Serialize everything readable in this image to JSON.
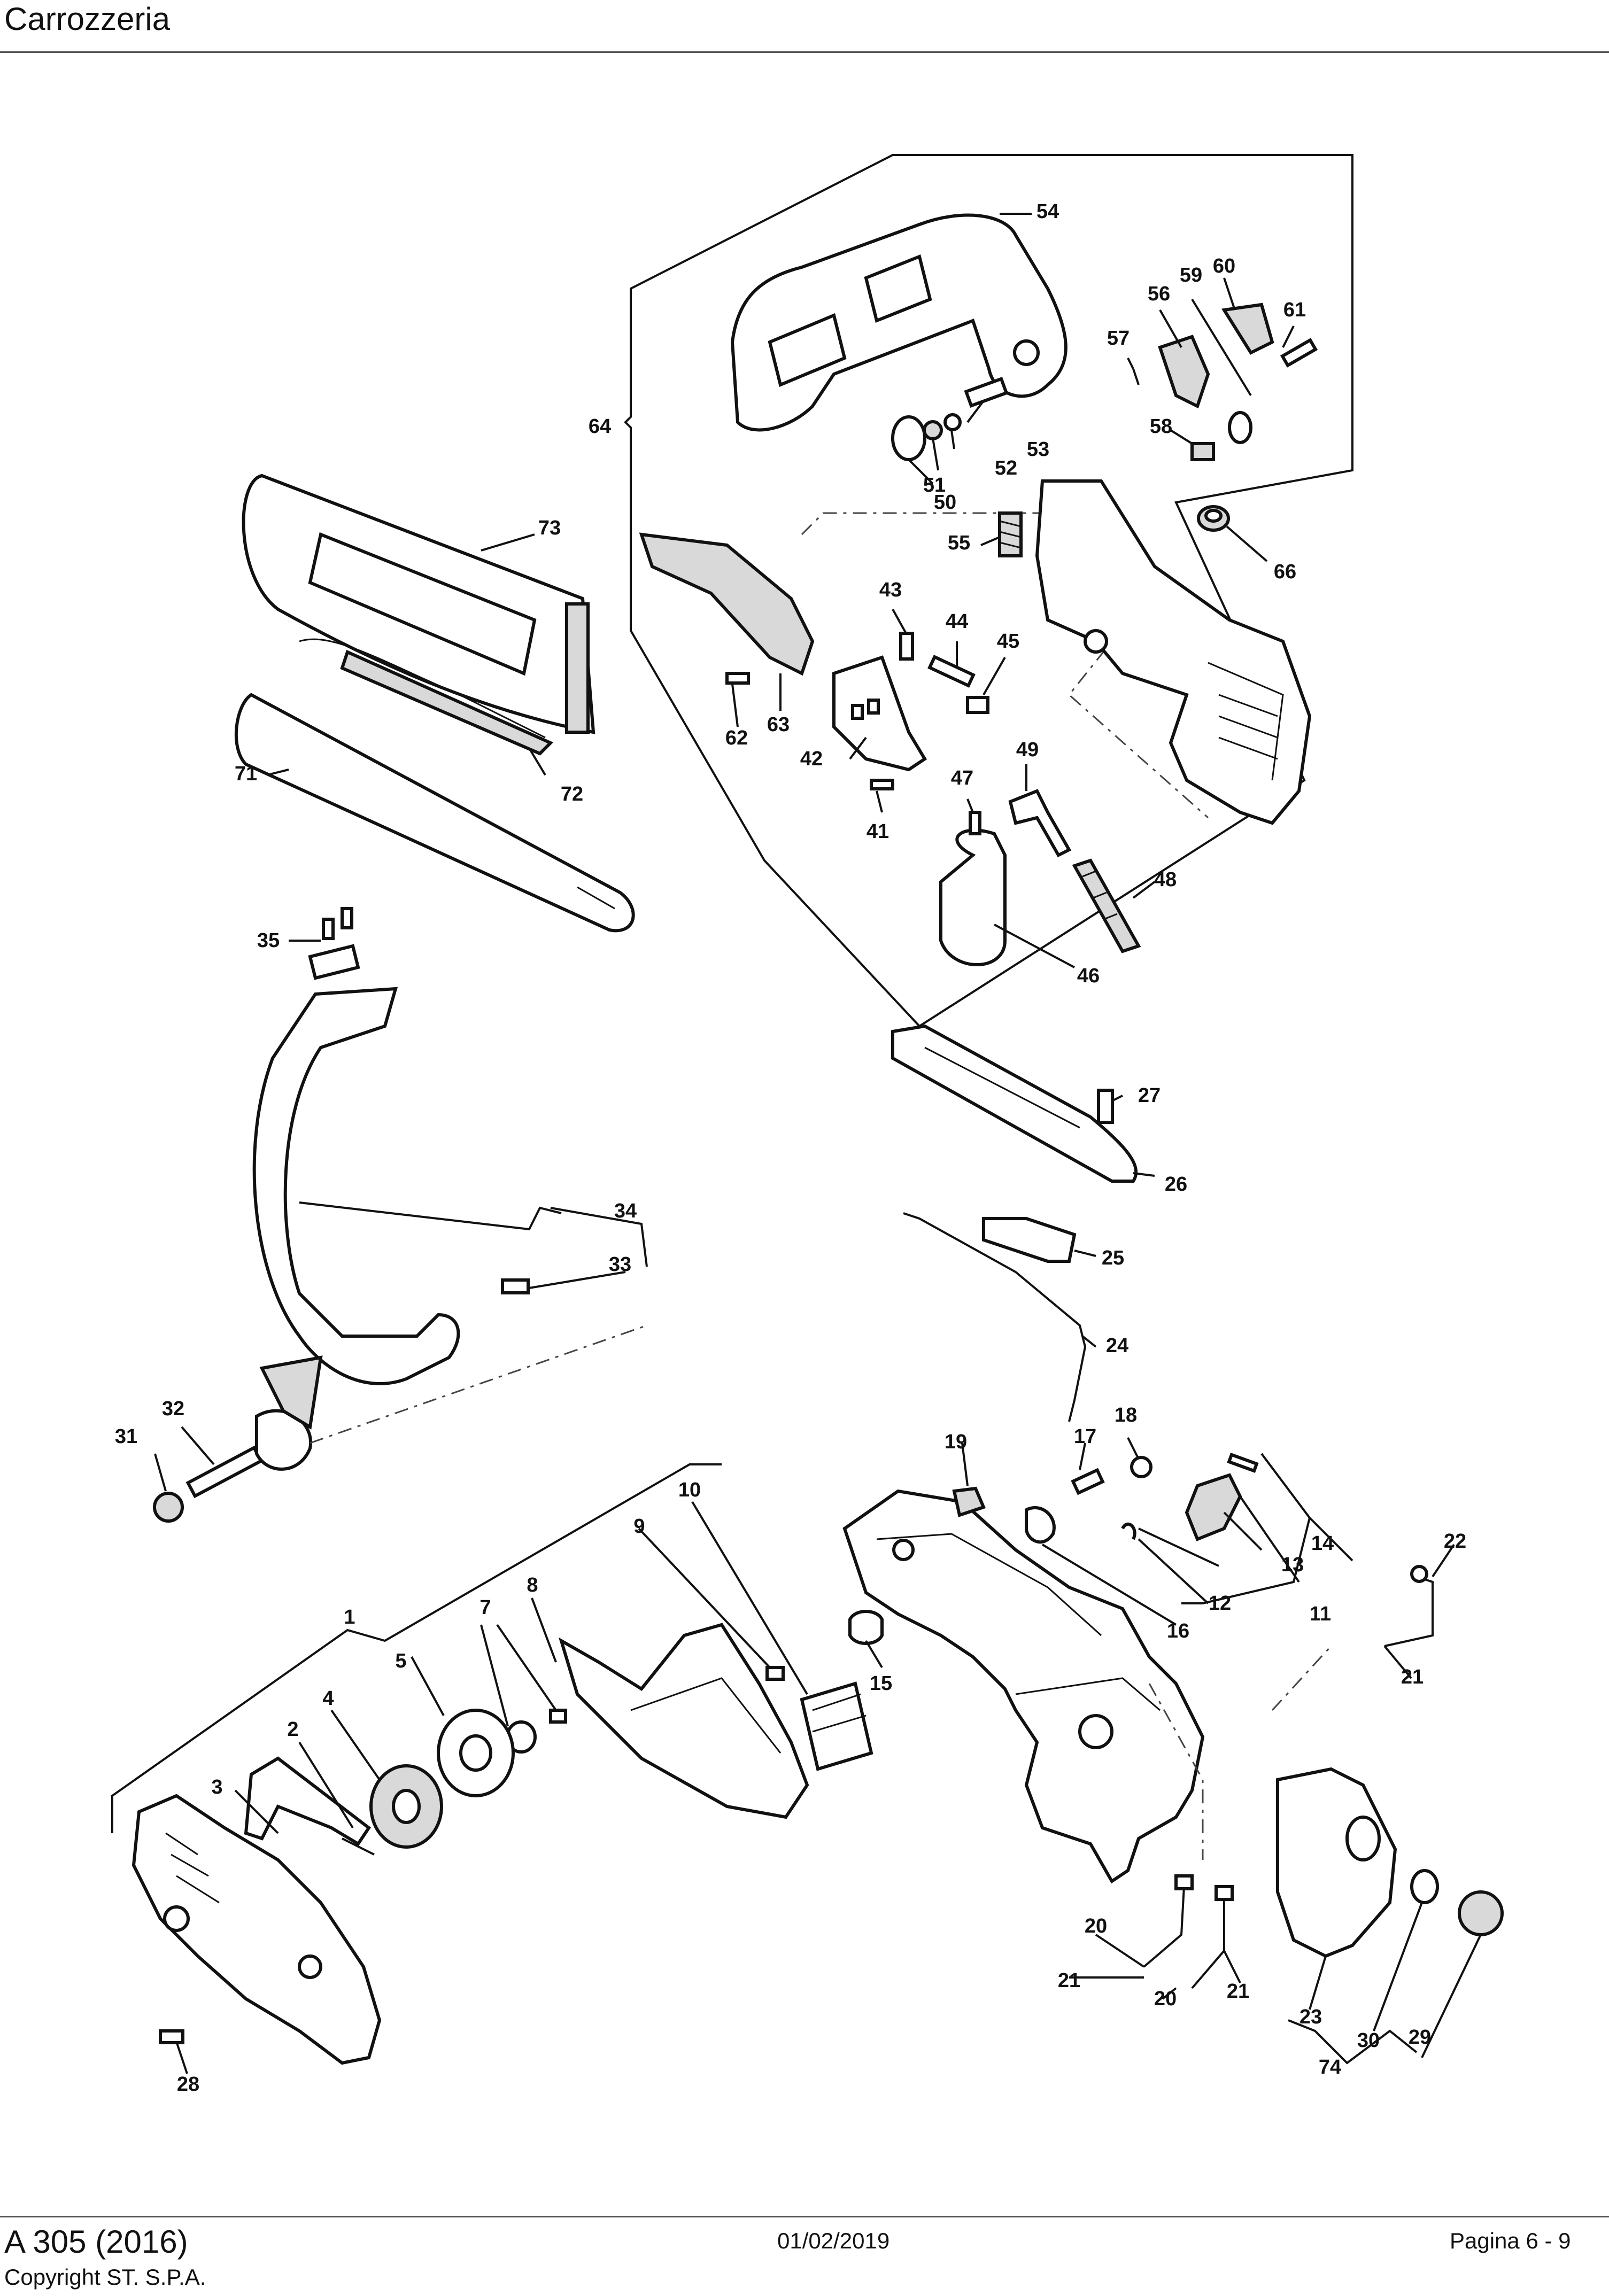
{
  "header": {
    "title": "Carrozzeria"
  },
  "footer": {
    "model": "A 305 (2016)",
    "copyright": "Copyright ST. S.P.A.",
    "date": "01/02/2019",
    "page": "Pagina 6 - 9"
  },
  "callouts": [
    {
      "id": "c54",
      "label": "54"
    },
    {
      "id": "c60",
      "label": "60"
    },
    {
      "id": "c59",
      "label": "59"
    },
    {
      "id": "c56",
      "label": "56"
    },
    {
      "id": "c61",
      "label": "61"
    },
    {
      "id": "c57",
      "label": "57"
    },
    {
      "id": "c64",
      "label": "64"
    },
    {
      "id": "c53",
      "label": "53"
    },
    {
      "id": "c52",
      "label": "52"
    },
    {
      "id": "c51",
      "label": "51"
    },
    {
      "id": "c50",
      "label": "50"
    },
    {
      "id": "c58",
      "label": "58"
    },
    {
      "id": "c73",
      "label": "73"
    },
    {
      "id": "c55",
      "label": "55"
    },
    {
      "id": "c66",
      "label": "66"
    },
    {
      "id": "c43",
      "label": "43"
    },
    {
      "id": "c44",
      "label": "44"
    },
    {
      "id": "c45",
      "label": "45"
    },
    {
      "id": "c62",
      "label": "62"
    },
    {
      "id": "c63",
      "label": "63"
    },
    {
      "id": "c42",
      "label": "42"
    },
    {
      "id": "c72",
      "label": "72"
    },
    {
      "id": "c71",
      "label": "71"
    },
    {
      "id": "c49",
      "label": "49"
    },
    {
      "id": "c47",
      "label": "47"
    },
    {
      "id": "c41",
      "label": "41"
    },
    {
      "id": "c48",
      "label": "48"
    },
    {
      "id": "c46",
      "label": "46"
    },
    {
      "id": "c35",
      "label": "35"
    },
    {
      "id": "c27",
      "label": "27"
    },
    {
      "id": "c26",
      "label": "26"
    },
    {
      "id": "c34",
      "label": "34"
    },
    {
      "id": "c33",
      "label": "33"
    },
    {
      "id": "c25",
      "label": "25"
    },
    {
      "id": "c24",
      "label": "24"
    },
    {
      "id": "c32",
      "label": "32"
    },
    {
      "id": "c31",
      "label": "31"
    },
    {
      "id": "c17",
      "label": "17"
    },
    {
      "id": "c18",
      "label": "18"
    },
    {
      "id": "c19",
      "label": "19"
    },
    {
      "id": "c10",
      "label": "10"
    },
    {
      "id": "c9",
      "label": "9"
    },
    {
      "id": "c8",
      "label": "8"
    },
    {
      "id": "c7",
      "label": "7"
    },
    {
      "id": "c1",
      "label": "1"
    },
    {
      "id": "c14",
      "label": "14"
    },
    {
      "id": "c13",
      "label": "13"
    },
    {
      "id": "c22",
      "label": "22"
    },
    {
      "id": "c12",
      "label": "12"
    },
    {
      "id": "c11",
      "label": "11"
    },
    {
      "id": "c16",
      "label": "16"
    },
    {
      "id": "c15",
      "label": "15"
    },
    {
      "id": "c21a",
      "label": "21"
    },
    {
      "id": "c5",
      "label": "5"
    },
    {
      "id": "c4",
      "label": "4"
    },
    {
      "id": "c2",
      "label": "2"
    },
    {
      "id": "c3",
      "label": "3"
    },
    {
      "id": "c28",
      "label": "28"
    },
    {
      "id": "c20a",
      "label": "20"
    },
    {
      "id": "c21b",
      "label": "21"
    },
    {
      "id": "c20b",
      "label": "20"
    },
    {
      "id": "c21c",
      "label": "21"
    },
    {
      "id": "c23",
      "label": "23"
    },
    {
      "id": "c30",
      "label": "30"
    },
    {
      "id": "c29",
      "label": "29"
    },
    {
      "id": "c74",
      "label": "74"
    }
  ]
}
